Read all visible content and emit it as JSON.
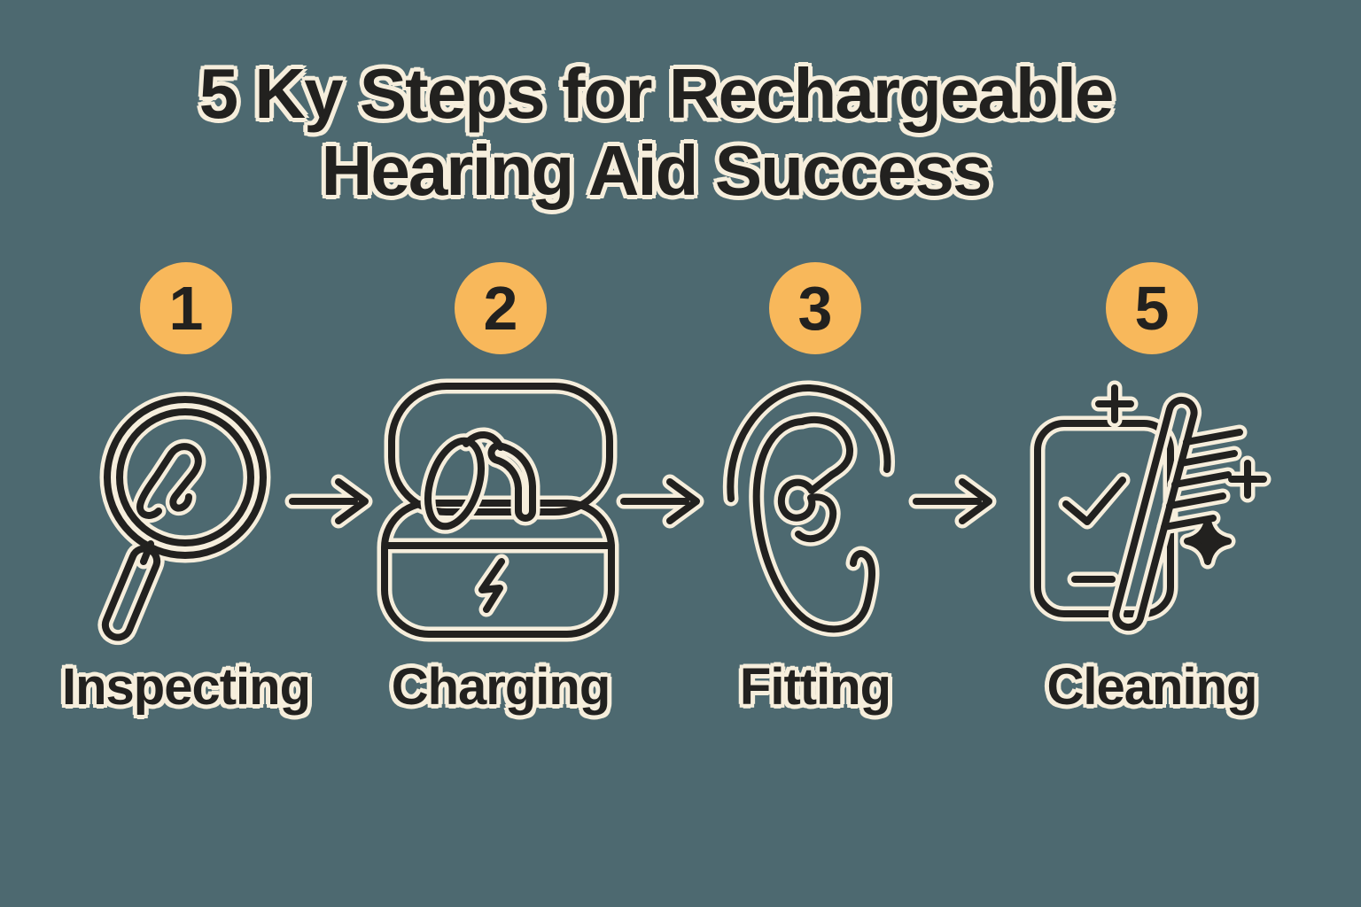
{
  "colors": {
    "bg": "#4D6970",
    "bubble": "#F8B85B",
    "ink": "#22211F",
    "halo": "#F6EEDC"
  },
  "title": {
    "line1": "5 Ky Steps for Rechargeable",
    "line2": "Hearing Aid Success"
  },
  "steps": [
    {
      "number": "1",
      "label": "Inspecting",
      "icon": "magnifier-hearing-aid-icon"
    },
    {
      "number": "2",
      "label": "Charging",
      "icon": "charging-case-icon"
    },
    {
      "number": "3",
      "label": "Fitting",
      "icon": "ear-hearing-aid-icon"
    },
    {
      "number": "5",
      "label": "Cleaning",
      "icon": "checklist-cleaning-brush-icon"
    }
  ],
  "arrows": {
    "icon": "arrow-right-icon",
    "count": 3
  }
}
